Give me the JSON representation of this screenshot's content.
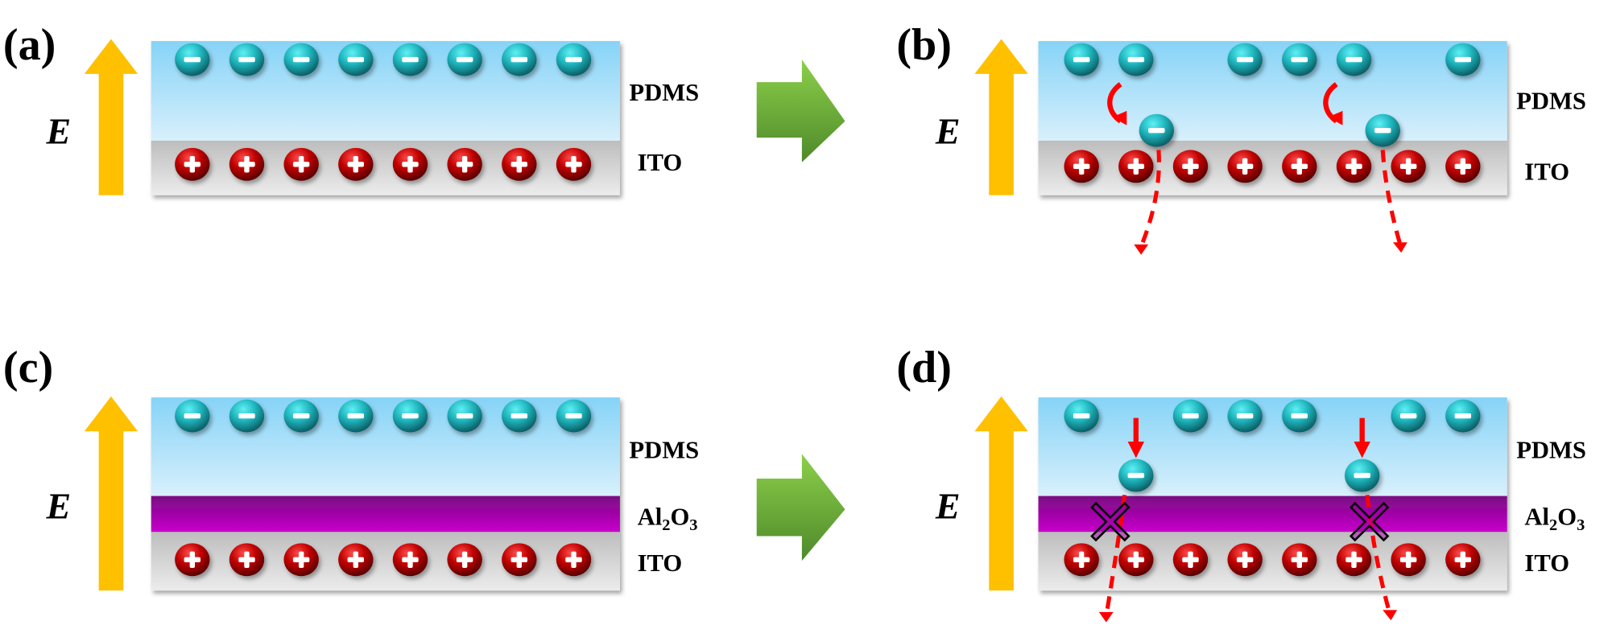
{
  "figure": {
    "panels": [
      {
        "id": "a",
        "label": "(a)",
        "field_label": "E",
        "layers": [
          "PDMS",
          "ITO"
        ],
        "top_charges": {
          "sign": "-",
          "count": 8,
          "missing_slots": []
        },
        "bottom_charges": {
          "sign": "+",
          "count": 8
        },
        "migrating_charges": [],
        "blocked": false
      },
      {
        "id": "b",
        "label": "(b)",
        "field_label": "E",
        "layers": [
          "PDMS",
          "ITO"
        ],
        "top_charges": {
          "sign": "-",
          "count": 6,
          "missing_slots": [
            2,
            6
          ]
        },
        "bottom_charges": {
          "sign": "+",
          "count": 8
        },
        "migrating_charges": [
          {
            "from_slot": 2,
            "arrow": "curved",
            "path": "dashed-through-ITO"
          },
          {
            "from_slot": 6,
            "arrow": "curved",
            "path": "dashed-through-ITO"
          }
        ],
        "blocked": false
      },
      {
        "id": "c",
        "label": "(c)",
        "field_label": "E",
        "layers": [
          "PDMS",
          "Al2O3",
          "ITO"
        ],
        "top_charges": {
          "sign": "-",
          "count": 8,
          "missing_slots": []
        },
        "bottom_charges": {
          "sign": "+",
          "count": 8
        },
        "migrating_charges": [],
        "blocked": false
      },
      {
        "id": "d",
        "label": "(d)",
        "field_label": "E",
        "layers": [
          "PDMS",
          "Al2O3",
          "ITO"
        ],
        "top_charges": {
          "sign": "-",
          "count": 6,
          "missing_slots": [
            1,
            5
          ]
        },
        "bottom_charges": {
          "sign": "+",
          "count": 8
        },
        "migrating_charges": [
          {
            "from_slot": 1,
            "arrow": "straight",
            "path": "dashed-blocked"
          },
          {
            "from_slot": 5,
            "arrow": "straight",
            "path": "dashed-blocked"
          }
        ],
        "blocked": true,
        "block_marker": "x-mark"
      }
    ],
    "labels": {
      "pdms": "PDMS",
      "ito": "ITO",
      "al2o3_main": "Al",
      "al2o3_sub1": "2",
      "al2o3_mid": "O",
      "al2o3_sub2": "3",
      "field": "E",
      "panel_a": "(a)",
      "panel_b": "(b)",
      "panel_c": "(c)",
      "panel_d": "(d)",
      "neg_sign": "−",
      "pos_sign": "+"
    },
    "transition_arrows": [
      "a-to-b",
      "c-to-d"
    ],
    "colors": {
      "pdms_top": "#86d3f7",
      "pdms_bottom": "#d8f0fc",
      "ito_top": "#bdbdbd",
      "ito_bottom": "#ececec",
      "al2o3_top": "#7a0a82",
      "al2o3_bottom": "#c800cc",
      "field_arrow": "#ffc000",
      "transition_arrow_top": "#8ccf4a",
      "transition_arrow_bottom": "#4e8a2a",
      "negative_ion": "#1fb5bd",
      "positive_ion": "#c00000",
      "migration_arrow": "#ff0000"
    }
  }
}
